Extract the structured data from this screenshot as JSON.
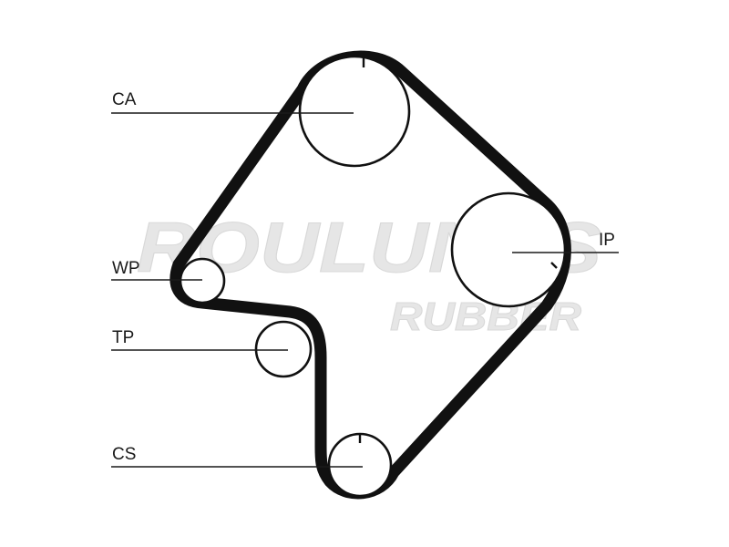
{
  "labels": {
    "ca": "CA",
    "ip": "IP",
    "wp": "WP",
    "tp": "TP",
    "cs": "CS"
  },
  "watermark": {
    "line1": "ROULUNDS",
    "line2": "RUBBER"
  },
  "colors": {
    "belt": "#111111",
    "watermark": "#e6e6e6"
  }
}
